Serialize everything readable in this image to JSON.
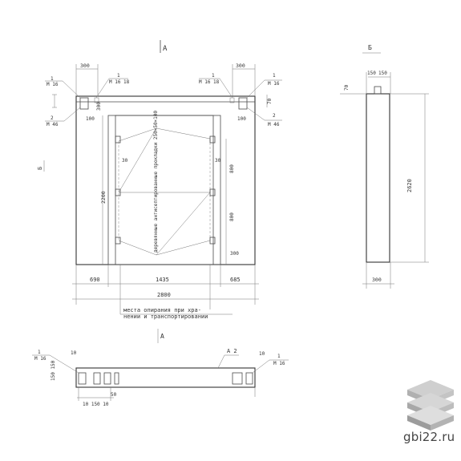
{
  "title_view_a": "A",
  "title_view_b": "Б",
  "title_section": "A",
  "side_marker": "Б",
  "labels": {
    "top_left_dim": "300",
    "top_right_dim": "300",
    "mark_l_top_a": "1",
    "mark_l_top_b": "М 16",
    "mark_l_mid_a": "1",
    "mark_l_mid_b": "М 16 18",
    "mark_l_low_a": "2",
    "mark_l_low_b": "М 46",
    "mark_r_mid_a": "1",
    "mark_r_mid_b": "М 16 18",
    "mark_r_top_a": "1",
    "mark_r_top_b": "М 16",
    "mark_r_low_a": "2",
    "mark_r_low_b": "М 46",
    "dim_300_left": "300",
    "dim_100_left": "100",
    "dim_100_right": "100",
    "dim_2200": "2200",
    "dim_30_left": "30",
    "dim_30_right": "30",
    "dim_800_a": "800",
    "dim_800_b": "800",
    "dim_300_bottom": "300",
    "dim_690_left": "690",
    "dim_1435": "1435",
    "dim_685_right": "685",
    "dim_2800": "2800",
    "vertical_note": "деревянные антисептированные прокладки 250×50×100",
    "bottom_note_line1": "места опирания при хра-",
    "bottom_note_line2": "нении и транспортировании",
    "side_dim_150_a": "150",
    "side_dim_150_b": "150",
    "side_dim_70": "70",
    "side_dim_2620": "2620",
    "side_dim_300": "300",
    "sec_mark_l_a": "1",
    "sec_mark_l_b": "М 16",
    "sec_dim_10_left": "10",
    "sec_dim_150": "150 150",
    "sec_dim_50": "50",
    "sec_dim_bottom": "10 150 10",
    "sec_mark_a2": "А 2",
    "sec_dim_10_right": "10",
    "sec_mark_r_a": "1",
    "sec_mark_r_b": "М 16"
  },
  "watermark": "gbi22.ru",
  "colors": {
    "logo_top": "#d9d9d9",
    "logo_mid": "#b8b8b8",
    "logo_bottom": "#a5a5a5"
  }
}
